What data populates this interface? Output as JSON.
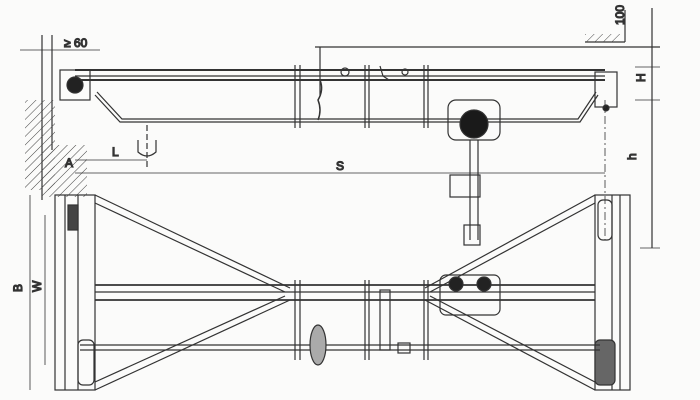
{
  "diagram": {
    "labels": {
      "ceiling_clearance": "100",
      "wall_clearance": "≥ 60",
      "height_H": "H",
      "height_h": "h",
      "span_S": "S",
      "hook_limit_L": "L",
      "offset_A": "A",
      "width_B": "B",
      "wheelbase_W": "W"
    },
    "colors": {
      "line": "#333333",
      "paper": "#fbfbfa",
      "hoist": "#1a1a1a"
    }
  }
}
